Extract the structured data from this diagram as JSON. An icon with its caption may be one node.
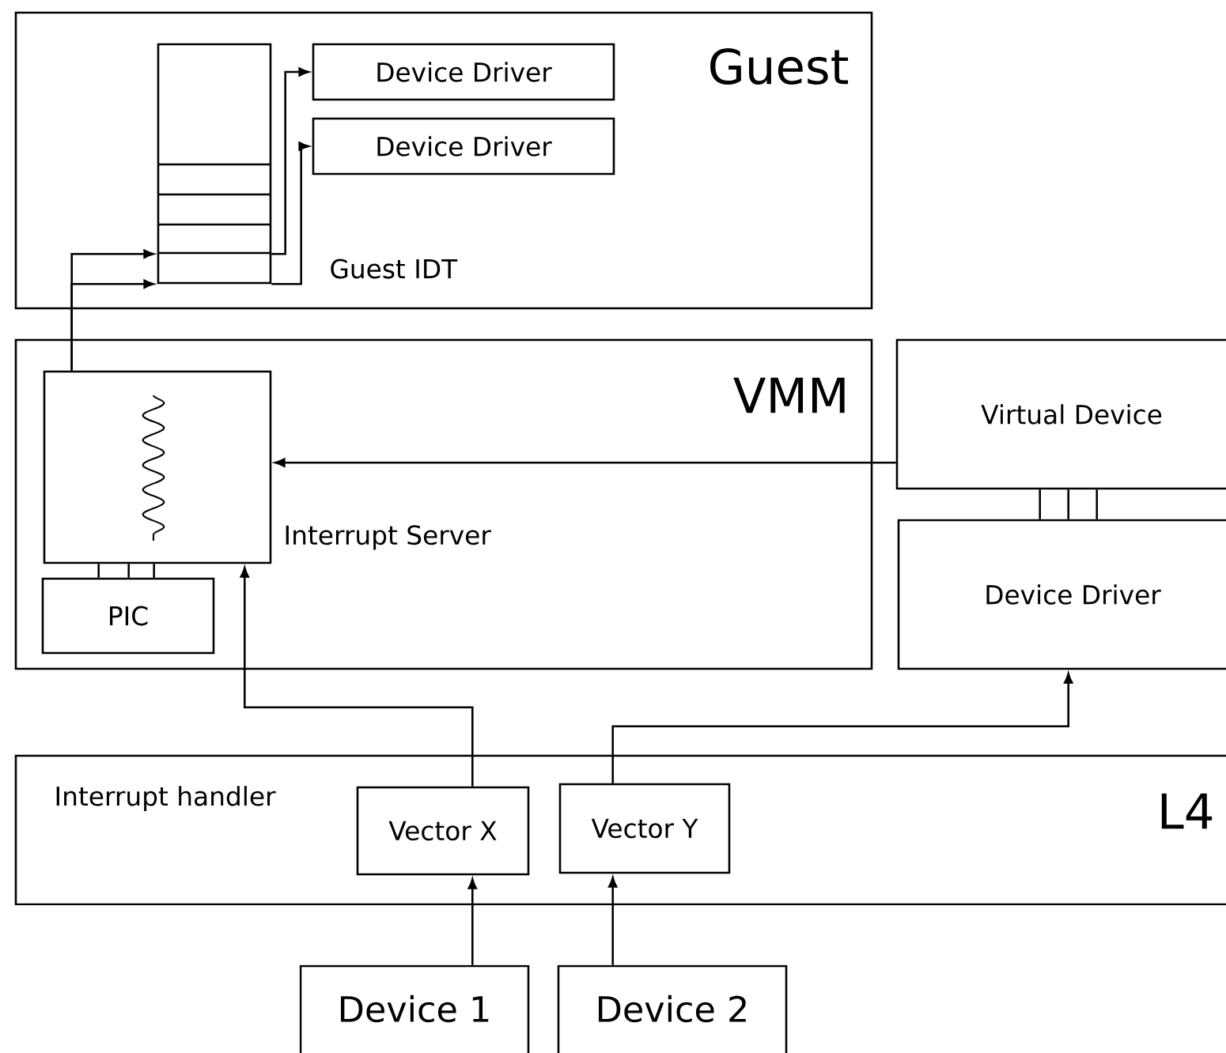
{
  "diagram": {
    "nodes": [
      {
        "text": [
          "Guest"
        ]
      },
      {
        "text": [],
        "shape": "box",
        "in": 0,
        "beside": [
          "Guest IDT"
        ]
      },
      {
        "text": [
          "Device Driver"
        ],
        "in": 0
      },
      {
        "text": [
          "Device Driver"
        ],
        "in": 0
      },
      {
        "text": [
          "VMM"
        ]
      },
      {
        "text": [],
        "shape": "box",
        "in": 4,
        "beside": [
          "Interrupt Server"
        ]
      },
      {
        "text": [
          "PIC"
        ],
        "in": 4
      },
      {
        "text": [
          "Virtual Device"
        ]
      },
      {
        "text": [
          "Device Driver"
        ]
      },
      {
        "text": [
          "Interrupt handler",
          "L4"
        ]
      },
      {
        "text": [
          "Vector X"
        ],
        "in": 9
      },
      {
        "text": [
          "Vector Y"
        ],
        "in": 9
      },
      {
        "text": [
          "Device 1"
        ]
      },
      {
        "text": [
          "Device 2"
        ]
      }
    ],
    "edges": [
      {
        "from": 5,
        "to": 1,
        "arrow": "to"
      },
      {
        "from": 5,
        "to": 1,
        "arrow": "to"
      },
      {
        "from": 1,
        "to": 2,
        "arrow": "to"
      },
      {
        "from": 1,
        "to": 3,
        "arrow": "to"
      },
      {
        "from": 6,
        "to": 5,
        "arrow": "none"
      },
      {
        "from": 7,
        "to": 8,
        "arrow": "none"
      },
      {
        "from": 7,
        "to": 5,
        "arrow": "to"
      },
      {
        "from": 10,
        "to": 5,
        "arrow": "to"
      },
      {
        "from": 11,
        "to": 8,
        "arrow": "to"
      },
      {
        "from": 12,
        "to": 10,
        "arrow": "to"
      },
      {
        "from": 13,
        "to": 11,
        "arrow": "to"
      }
    ]
  }
}
